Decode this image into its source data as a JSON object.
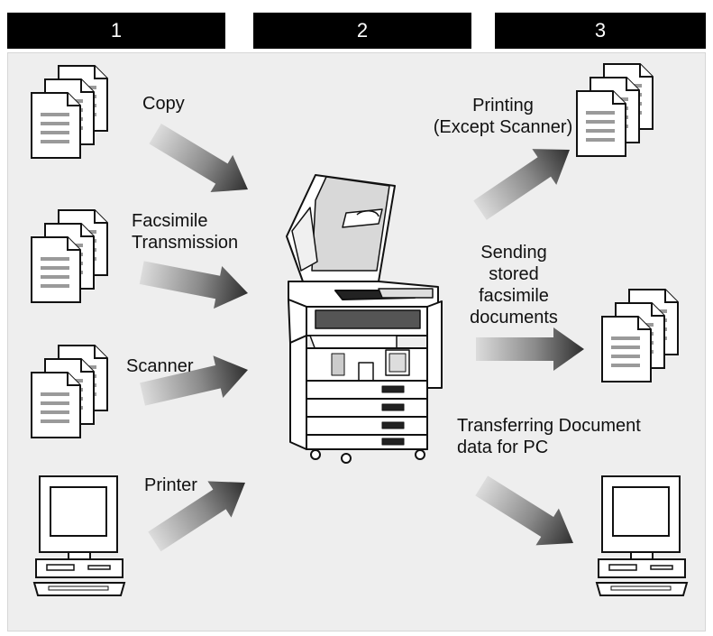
{
  "steps": [
    "1",
    "2",
    "3"
  ],
  "inputs": {
    "copy": "Copy",
    "fax_line1": "Facsimile",
    "fax_line2": "Transmission",
    "scanner": "Scanner",
    "printer": "Printer"
  },
  "outputs": {
    "printing_line1": "Printing",
    "printing_line2": "(Except Scanner)",
    "sending_line1": "Sending",
    "sending_line2": "stored",
    "sending_line3": "facsimile",
    "sending_line4": "documents",
    "transfer_line1": "Transferring Document",
    "transfer_line2": "data for PC"
  },
  "colors": {
    "header_bg": "#000000",
    "panel_bg": "#eeeeee",
    "arrow_dark": "#3a3a3a",
    "arrow_light": "#d8d8d8"
  },
  "icons": [
    "document-stack-icon",
    "computer-icon",
    "multifunction-copier-icon",
    "arrow-icon"
  ]
}
